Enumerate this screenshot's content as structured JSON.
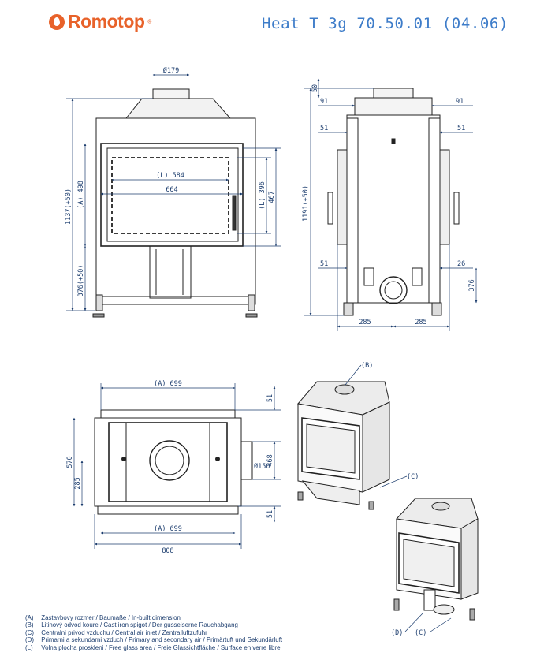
{
  "header": {
    "brand": "Romotop",
    "trademark": "®",
    "title": "Heat T 3g 70.50.01 (04.06)"
  },
  "colors": {
    "brand": "#e8622a",
    "title": "#3d7cc9",
    "dimension": "#1c3d6e",
    "outline": "#222222"
  },
  "front_view": {
    "flue_diameter": "Ø179",
    "glass_width": "(L) 584",
    "door_width": "664",
    "total_height": "1137(+50)",
    "builtin_height": "(A) 498",
    "glass_height": "(L) 396",
    "door_height": "467",
    "base_height": "376(+50)"
  },
  "side_view": {
    "top_offset": "50",
    "left_inset_top": "91",
    "right_inset_top": "91",
    "left_inset_mid": "51",
    "right_inset_mid": "51",
    "total_height": "1191(+50)",
    "left_inset_bottom": "51",
    "right_inset_bottom": "26",
    "inlet_height": "376",
    "left_depth": "285",
    "right_depth": "285"
  },
  "top_view": {
    "builtin_width_top": "(A) 699",
    "top_margin": "51",
    "depth": "570",
    "half_depth": "285",
    "flue_diameter": "Ø150",
    "duct_size": "468",
    "bottom_margin": "51",
    "builtin_width_bottom": "(A) 699",
    "total_width": "808"
  },
  "callouts": {
    "b": "(B)",
    "c_upper": "(C)",
    "d": "(D)",
    "c_lower": "(C)"
  },
  "legend": [
    {
      "key": "(A)",
      "text": "Zastavbovy rozmer / Baumaße / In-built dimension"
    },
    {
      "key": "(B)",
      "text": "Litinový odvod koure / Cast iron spigot / Der gusseiserne Rauchabgang"
    },
    {
      "key": "(C)",
      "text": "Centralni privod vzduchu / Central air inlet / Zentralluftzufuhr"
    },
    {
      "key": "(D)",
      "text": "Primarni a sekundarni vzduch / Primary and secondary air / Primärtuft und Sekundärluft"
    },
    {
      "key": "(L)",
      "text": "Volna plocha proskleni / Free glass area / Freie Glassichtfläche / Surface en verre libre"
    }
  ]
}
